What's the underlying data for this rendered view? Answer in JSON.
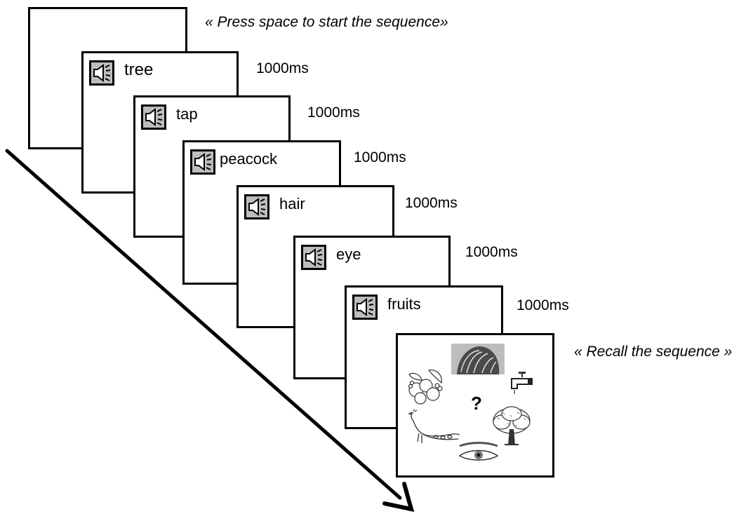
{
  "start_instruction": "« Press space to start the sequence»",
  "recall_instruction": "« Recall the sequence »",
  "question_mark": "?",
  "trials": [
    {
      "word": "tree",
      "duration": "1000ms",
      "icon": "speaker-icon"
    },
    {
      "word": "tap",
      "duration": "1000ms",
      "icon": "speaker-icon"
    },
    {
      "word": "peacock",
      "duration": "1000ms",
      "icon": "speaker-icon"
    },
    {
      "word": "hair",
      "duration": "1000ms",
      "icon": "speaker-icon"
    },
    {
      "word": "eye",
      "duration": "1000ms",
      "icon": "speaker-icon"
    },
    {
      "word": "fruits",
      "duration": "1000ms",
      "icon": "speaker-icon"
    }
  ],
  "recall_images": [
    "hair-image",
    "fruits-image",
    "tap-image",
    "peacock-image",
    "tree-image",
    "eye-image"
  ],
  "colors": {
    "border": "#000000",
    "icon_fill": "#bdbdbd",
    "image_gray": "#a8a8a8"
  }
}
